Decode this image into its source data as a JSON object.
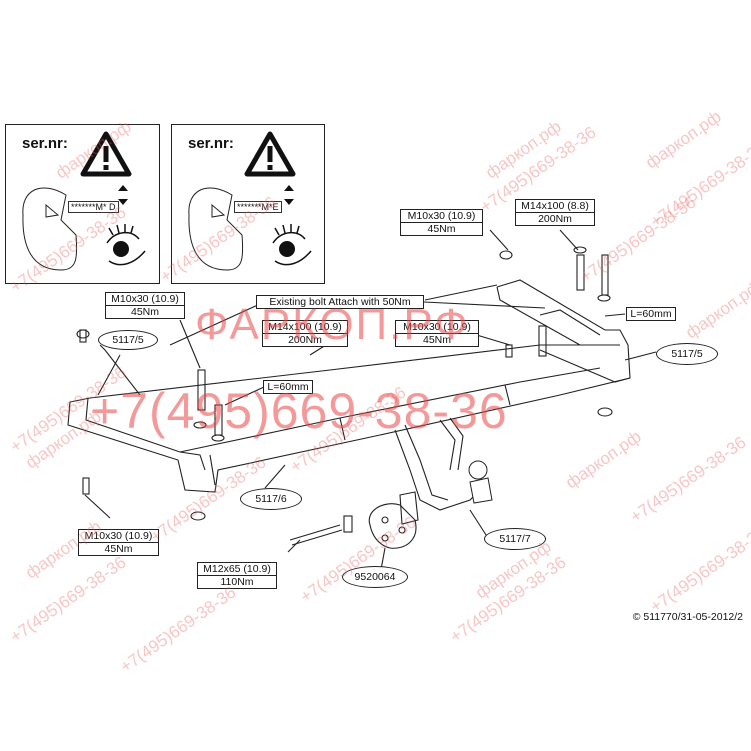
{
  "insets": [
    {
      "heading": "ser.nr:",
      "plate_text": "*******M* D"
    },
    {
      "heading": "ser.nr:",
      "plate_text": "*******M*E"
    }
  ],
  "labels": {
    "m10_top_right": {
      "line1": "M10x30 (10.9)",
      "line2": "45Nm"
    },
    "m14_top_right": {
      "line1": "M14x100 (8.8)",
      "line2": "200Nm"
    },
    "existing_bolt": "Existing bolt Attach with 50Nm",
    "m10_left": {
      "line1": "M10x30 (10.9)",
      "line2": "45Nm"
    },
    "m14_center": {
      "line1": "M14x100 (10.9)",
      "line2": "200Nm"
    },
    "m10_center": {
      "line1": "M10x30 (10.9)",
      "line2": "45Nm"
    },
    "l60_right": "L=60mm",
    "l60_left": "L=60mm",
    "m10_bottom_left": {
      "line1": "M10x30 (10.9)",
      "line2": "45Nm"
    },
    "m12_bottom": {
      "line1": "M12x65 (10.9)",
      "line2": "110Nm"
    }
  },
  "parts": {
    "p5117_5_left": "5117/5",
    "p5117_5_right": "5117/5",
    "p5117_6": "5117/6",
    "p5117_7": "5117/7",
    "p9520064": "9520064"
  },
  "copyright": "© 511770/31-05-2012/2",
  "watermark": {
    "big_top": "ФАРКОП.РФ",
    "big_phone": "+7(495)669-38-36",
    "small_site": "фаркоп.рф",
    "small_phone": "+7(495)669-38-36"
  }
}
